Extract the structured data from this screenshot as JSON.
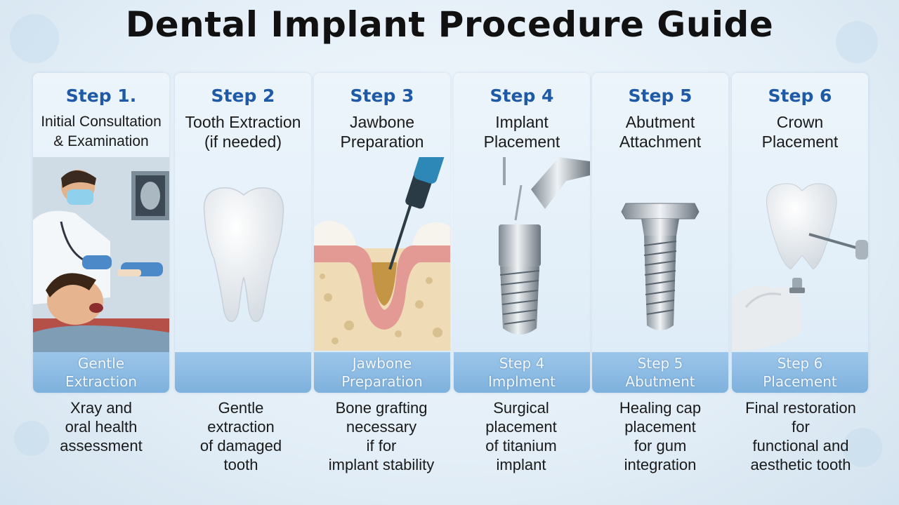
{
  "title": "Dental Implant Procedure Guide",
  "steps": [
    {
      "number": "Step 1.",
      "title": [
        "Initial Consultation",
        "& Examination"
      ],
      "band": [
        "Gentle",
        "Extraction"
      ],
      "desc": [
        "Xray and",
        "oral health",
        "assessment"
      ],
      "illustration": "dentist-patient-illustration"
    },
    {
      "number": "Step 2",
      "title": [
        "Tooth Extraction",
        "(if needed)"
      ],
      "band": [],
      "desc": [
        "Gentle",
        "extraction",
        "of damaged",
        "tooth"
      ],
      "illustration": "tooth-illustration"
    },
    {
      "number": "Step 3",
      "title": [
        "Jawbone",
        "Preparation"
      ],
      "band": [
        "Jawbone",
        "Preparation"
      ],
      "desc": [
        "Bone grafting",
        "necessary",
        "if for",
        "implant stability"
      ],
      "illustration": "jawbone-drill-illustration"
    },
    {
      "number": "Step 4",
      "title": [
        "Implant",
        "Placement"
      ],
      "band": [
        "Step 4",
        "Implment"
      ],
      "desc": [
        "Surgical",
        "placement",
        "of titanium",
        "implant"
      ],
      "illustration": "implant-screw-illustration"
    },
    {
      "number": "Step 5",
      "title": [
        "Abutment",
        "Attachment"
      ],
      "band": [
        "Step 5",
        "Abutment"
      ],
      "desc": [
        "Healing cap",
        "placement",
        "for gum",
        "integration"
      ],
      "illustration": "abutment-illustration"
    },
    {
      "number": "Step 6",
      "title": [
        "Crown",
        "Placement"
      ],
      "band": [
        "Step 6",
        "Placement"
      ],
      "desc": [
        "Final restoration",
        "for",
        "functional and",
        "aesthetic tooth"
      ],
      "illustration": "crown-illustration"
    }
  ],
  "colors": {
    "step_number": "#1f5aa6",
    "band": "#8cbbe3",
    "card": "#e4eff8"
  }
}
